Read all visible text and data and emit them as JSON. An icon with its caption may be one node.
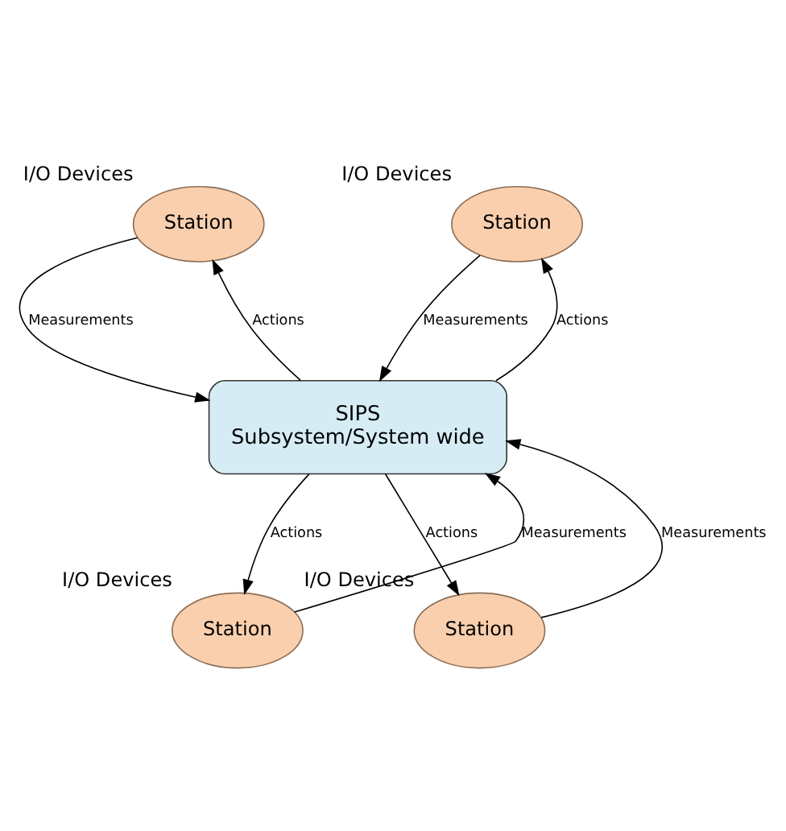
{
  "diagram": {
    "nodes": [
      {
        "text": [
          "Station"
        ],
        "beside": [
          "I/O Devices"
        ]
      },
      {
        "text": [
          "Station"
        ],
        "beside": [
          "I/O Devices"
        ]
      },
      {
        "text": [
          "SIPS",
          "Subsystem/System wide"
        ]
      },
      {
        "text": [
          "Station"
        ],
        "beside": [
          "I/O Devices"
        ]
      },
      {
        "text": [
          "Station"
        ],
        "beside": [
          "I/O Devices"
        ]
      }
    ],
    "edges": [
      {
        "from": 0,
        "to": 2,
        "arrow": "to",
        "label": "Measurements"
      },
      {
        "from": 2,
        "to": 0,
        "arrow": "to",
        "label": "Actions"
      },
      {
        "from": 1,
        "to": 2,
        "arrow": "to",
        "label": "Measurements"
      },
      {
        "from": 2,
        "to": 1,
        "arrow": "to",
        "label": "Actions"
      },
      {
        "from": 3,
        "to": 2,
        "arrow": "to",
        "label": "Measurements"
      },
      {
        "from": 2,
        "to": 3,
        "arrow": "to",
        "label": "Actions"
      },
      {
        "from": 4,
        "to": 2,
        "arrow": "to",
        "label": "Measurements"
      },
      {
        "from": 2,
        "to": 4,
        "arrow": "to",
        "label": "Actions"
      }
    ]
  }
}
